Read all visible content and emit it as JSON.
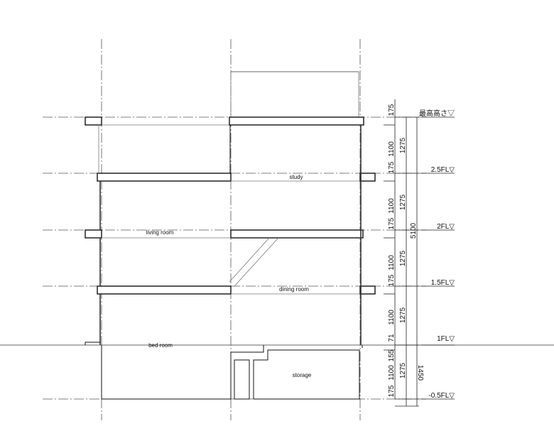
{
  "rooms": {
    "study": "study",
    "living_room": "living room",
    "dining_room": "dining room",
    "bed_room": "bed room",
    "storage": "storage"
  },
  "levels": [
    "最高高さ▽",
    "2.5FL▽",
    "2FL▽",
    "1.5FL▽",
    "1FL▽",
    "-0.5FL▽"
  ],
  "dimensions": {
    "segments": [
      "175",
      "1100",
      "175",
      "1100",
      "175",
      "1100",
      "175",
      "1100",
      "71",
      "155",
      "1100",
      "175"
    ],
    "floor_heights": [
      "1275",
      "1275",
      "1275",
      "1275",
      "1275"
    ],
    "totals": [
      "5100",
      "1450"
    ]
  },
  "colors": {
    "line": "#111111",
    "grid": "#555555",
    "background": "#ffffff"
  }
}
